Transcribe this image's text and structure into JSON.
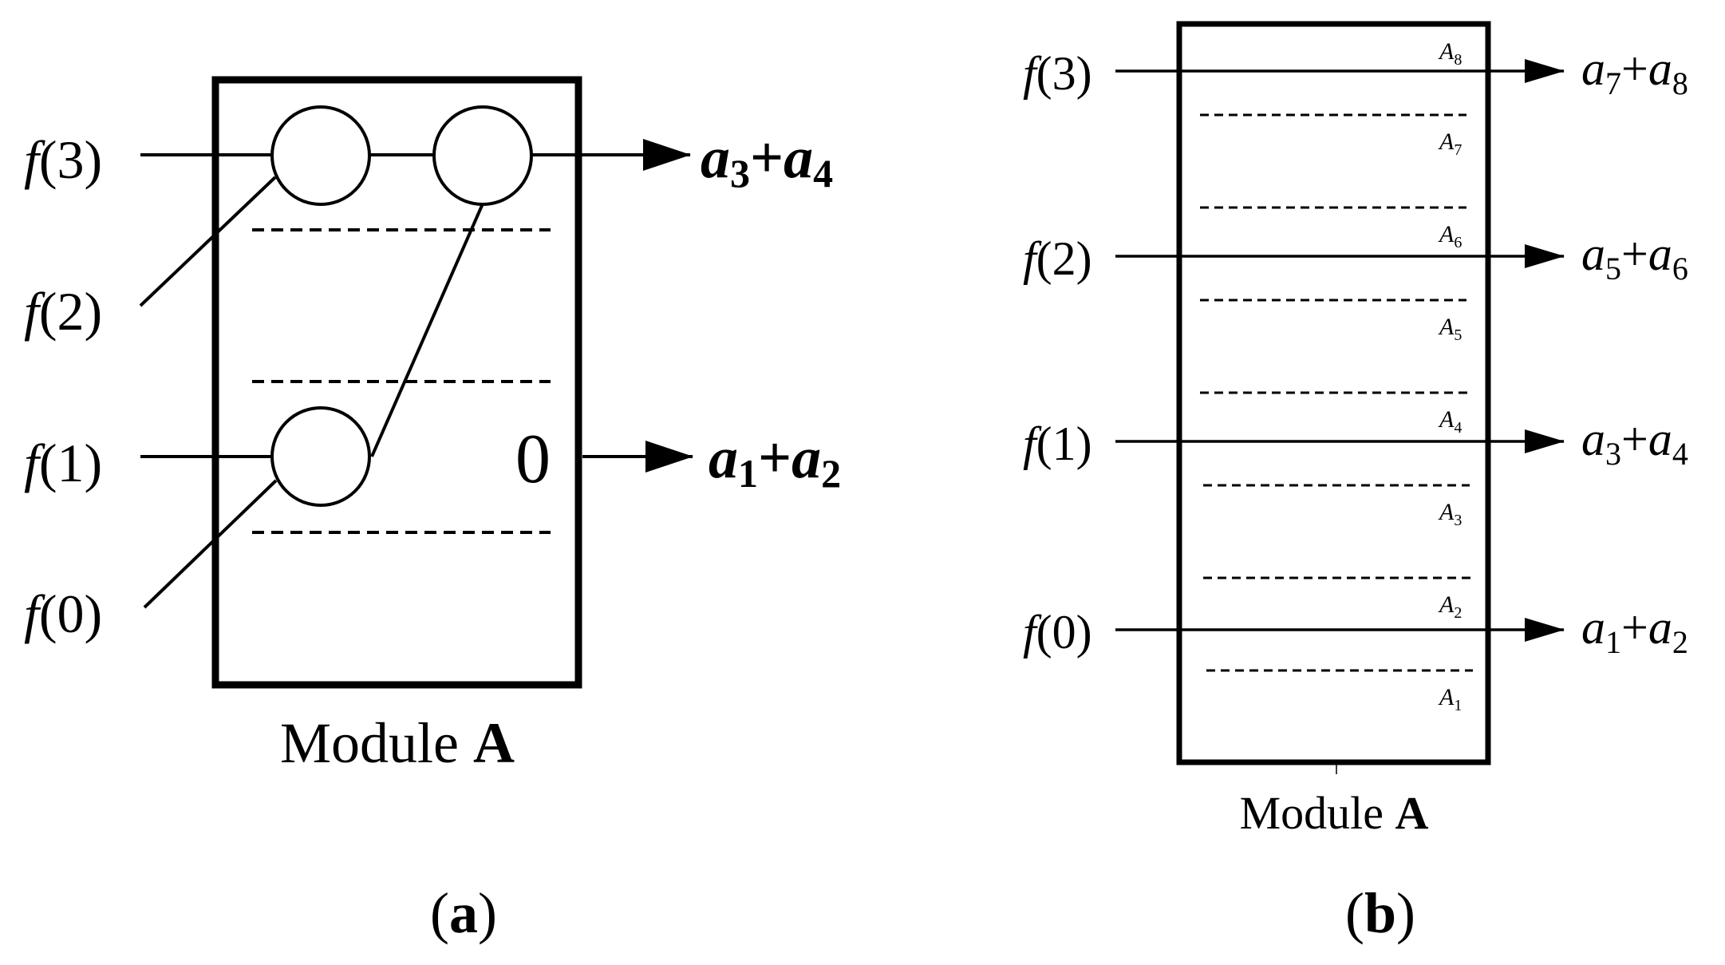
{
  "panel_a": {
    "inputs": [
      {
        "fn": "f",
        "arg": "(3)"
      },
      {
        "fn": "f",
        "arg": "(2)"
      },
      {
        "fn": "f",
        "arg": "(1)"
      },
      {
        "fn": "f",
        "arg": "(0)"
      }
    ],
    "outputs": [
      {
        "a": "a",
        "i": "3",
        "plus": "+",
        "b": "a",
        "j": "4"
      },
      {
        "a": "a",
        "i": "1",
        "plus": "+",
        "b": "a",
        "j": "2"
      }
    ],
    "zero_label": "0",
    "module_label": {
      "text": "Module ",
      "bold": "A"
    },
    "caption": {
      "open": "(",
      "letter": "a",
      "close": ")"
    }
  },
  "panel_b": {
    "inputs": [
      {
        "fn": "f",
        "arg": "(3)"
      },
      {
        "fn": "f",
        "arg": "(2)"
      },
      {
        "fn": "f",
        "arg": "(1)"
      },
      {
        "fn": "f",
        "arg": "(0)"
      }
    ],
    "outputs": [
      {
        "a": "a",
        "i": "7",
        "plus": "+",
        "b": "a",
        "j": "8"
      },
      {
        "a": "a",
        "i": "5",
        "plus": "+",
        "b": "a",
        "j": "6"
      },
      {
        "a": "a",
        "i": "3",
        "plus": "+",
        "b": "a",
        "j": "4"
      },
      {
        "a": "a",
        "i": "1",
        "plus": "+",
        "b": "a",
        "j": "2"
      }
    ],
    "cells": [
      {
        "letter": "A",
        "sub": "8"
      },
      {
        "letter": "A",
        "sub": "7"
      },
      {
        "letter": "A",
        "sub": "6"
      },
      {
        "letter": "A",
        "sub": "5"
      },
      {
        "letter": "A",
        "sub": "4"
      },
      {
        "letter": "A",
        "sub": "3"
      },
      {
        "letter": "A",
        "sub": "2"
      },
      {
        "letter": "A",
        "sub": "1"
      }
    ],
    "module_label": {
      "text": "Module ",
      "bold": "A"
    },
    "caption": {
      "open": "(",
      "letter": "b",
      "close": ")"
    }
  }
}
